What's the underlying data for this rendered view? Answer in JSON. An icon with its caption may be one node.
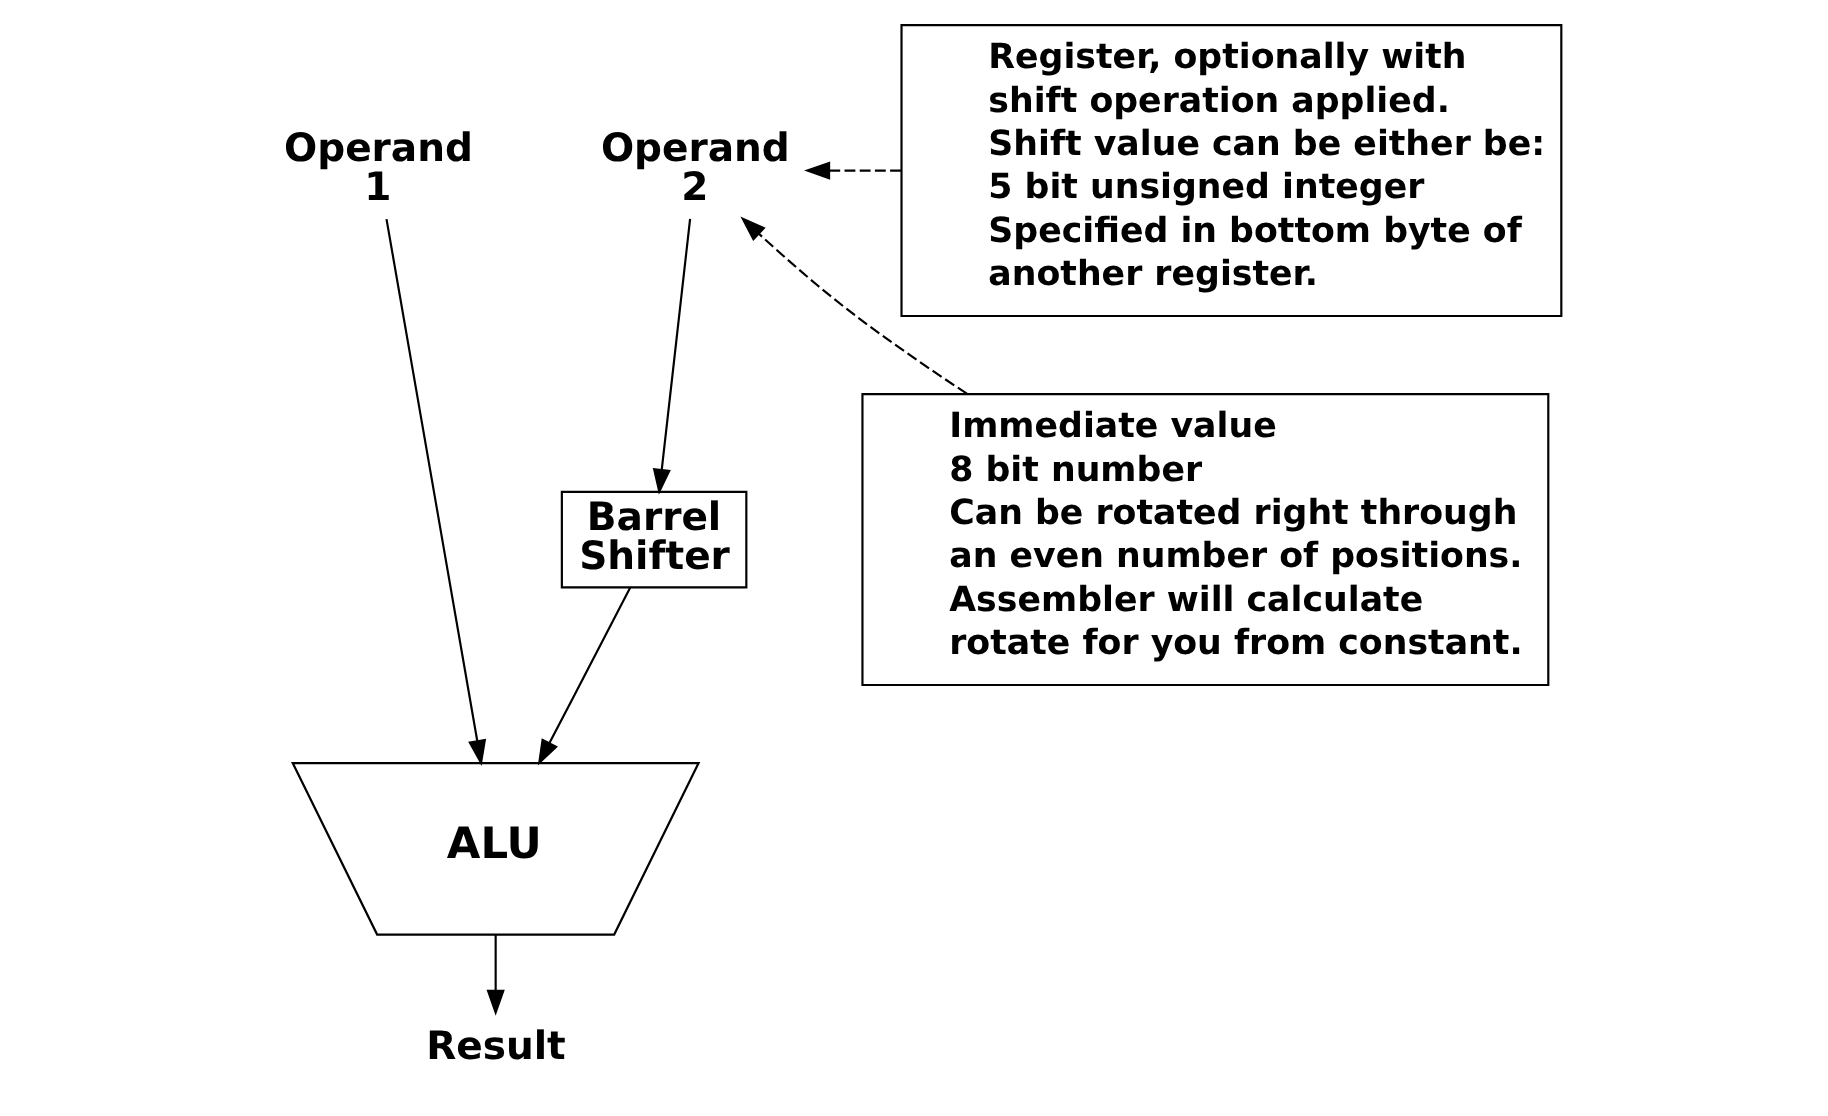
{
  "diagram": {
    "nodes": [
      {
        "text": [
          "Operand 1"
        ]
      },
      {
        "text": [
          "Operand 2"
        ]
      },
      {
        "text": [
          "Barrel Shifter"
        ]
      },
      {
        "text": [
          "ALU"
        ]
      },
      {
        "text": [
          "Result"
        ]
      },
      {
        "text": [
          "Register, optionally with shift operation applied.",
          "Shift value can be either be:",
          "5 bit unsigned integer",
          "Specified in bottom byte of another register."
        ]
      },
      {
        "text": [
          "Immediate value",
          "8 bit number",
          "Can be rotated right through an even number of positions.",
          "Assembler will calculate rotate for you from constant."
        ]
      }
    ],
    "edges": [
      {
        "from": 0,
        "to": 3,
        "arrow": "to"
      },
      {
        "from": 1,
        "to": 2,
        "arrow": "to"
      },
      {
        "from": 2,
        "to": 3,
        "arrow": "to"
      },
      {
        "from": 3,
        "to": 4,
        "arrow": "to"
      },
      {
        "from": 5,
        "to": 1,
        "arrow": "to",
        "style": "dashed"
      },
      {
        "from": 6,
        "to": 1,
        "arrow": "to",
        "style": "dashed"
      }
    ]
  }
}
